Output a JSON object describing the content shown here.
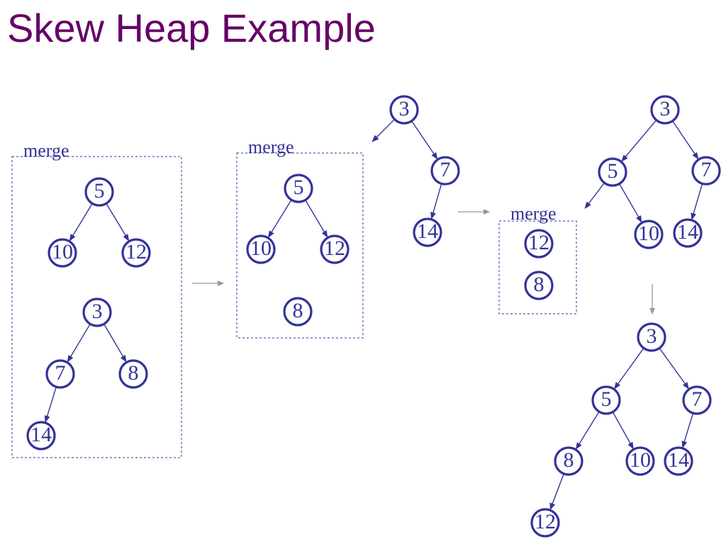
{
  "title": "Skew Heap Example",
  "colors": {
    "title": "#660066",
    "node_stroke": "#333399",
    "node_text": "#333399",
    "edge": "#333399",
    "flow_arrow": "#999999",
    "merge_box": "#333399",
    "merge_text": "#333399"
  },
  "merge_label": "merge",
  "stages": [
    {
      "name": "stage-1",
      "merge": true,
      "heaps_in_merge": [
        {
          "name": "heap-5",
          "tree": {
            "k": "5",
            "left": {
              "k": "10"
            },
            "right": {
              "k": "12"
            }
          }
        },
        {
          "name": "heap-3",
          "tree": {
            "k": "3",
            "left": {
              "k": "7",
              "left": {
                "k": "14"
              }
            },
            "right": {
              "k": "8"
            }
          }
        }
      ]
    },
    {
      "name": "stage-2",
      "merge": true,
      "heaps_in_merge": [
        {
          "name": "heap-5",
          "tree": {
            "k": "5",
            "left": {
              "k": "10"
            },
            "right": {
              "k": "12"
            }
          }
        },
        {
          "name": "heap-8",
          "tree": {
            "k": "8"
          }
        }
      ],
      "result_tree": {
        "k": "3",
        "left": "merge-box",
        "right": {
          "k": "7",
          "left": {
            "k": "14"
          }
        }
      }
    },
    {
      "name": "stage-3",
      "merge": true,
      "heaps_in_merge": [
        {
          "name": "heap-12",
          "tree": {
            "k": "12"
          }
        },
        {
          "name": "heap-8",
          "tree": {
            "k": "8"
          }
        }
      ],
      "result_tree": {
        "k": "3",
        "left": {
          "k": "5",
          "left": "merge-box",
          "right": {
            "k": "10"
          }
        },
        "right": {
          "k": "7",
          "left": {
            "k": "14"
          }
        }
      }
    },
    {
      "name": "stage-4",
      "merge": false,
      "result_tree": {
        "k": "3",
        "left": {
          "k": "5",
          "left": {
            "k": "8",
            "left": {
              "k": "12"
            }
          },
          "right": {
            "k": "10"
          }
        },
        "right": {
          "k": "7",
          "left": {
            "k": "14"
          }
        }
      }
    }
  ]
}
